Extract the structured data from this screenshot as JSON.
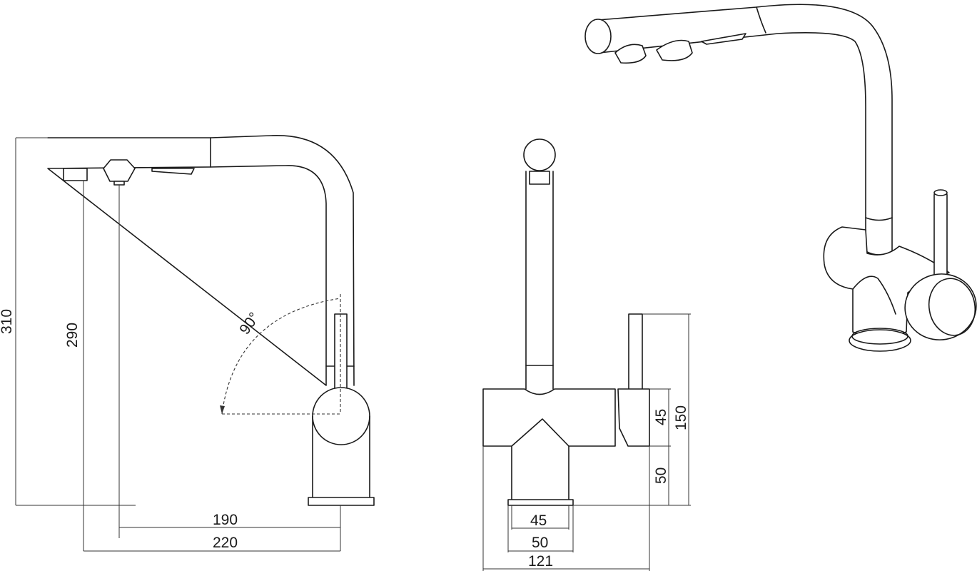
{
  "side_view": {
    "total_height": "310",
    "spout_height": "290",
    "spout_reach_inner": "190",
    "spout_reach_outer": "220",
    "lever_rotation": "90°"
  },
  "front_view": {
    "body_height": "45",
    "total_height": "150",
    "base_height": "50",
    "base_inner_width": "45",
    "base_outer_width": "50",
    "overall_width": "121"
  }
}
